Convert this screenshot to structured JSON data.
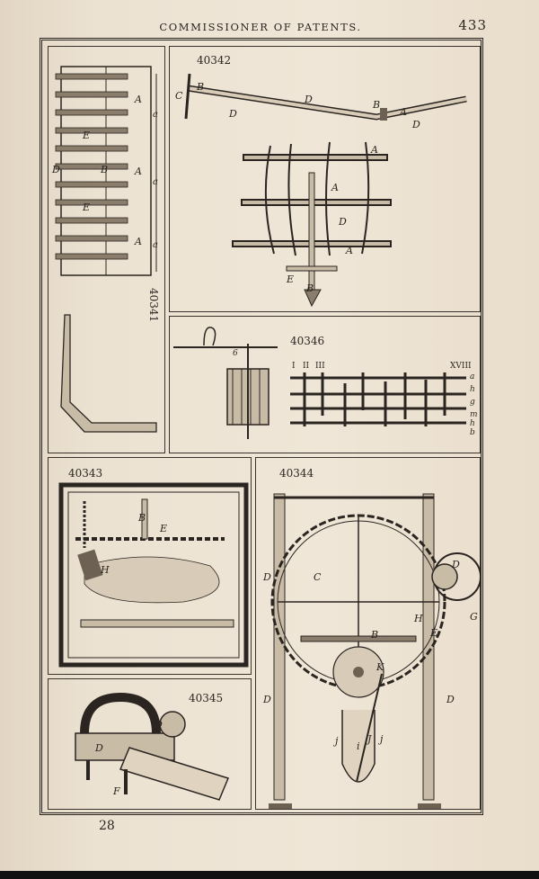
{
  "header": {
    "title": "COMMISSIONER OF PATENTS.",
    "page_number": "433"
  },
  "footer": {
    "mark": "28"
  },
  "figures": [
    {
      "patent_number": "40341",
      "letters": [
        "A",
        "A",
        "A",
        "a",
        "a",
        "a",
        "B",
        "E",
        "E",
        "D"
      ]
    },
    {
      "patent_number": "40342",
      "letters": [
        "B",
        "C",
        "D",
        "D",
        "B",
        "A",
        "D",
        "A",
        "A",
        "D",
        "A",
        "E",
        "B"
      ]
    },
    {
      "patent_number": "40346",
      "letters": [
        "6",
        "I",
        "II",
        "III",
        "XVIII",
        "a",
        "h",
        "g",
        "m",
        "h",
        "b"
      ]
    },
    {
      "patent_number": "40343",
      "letters": [
        "B",
        "E",
        "H"
      ]
    },
    {
      "patent_number": "40344",
      "letters": [
        "D",
        "C",
        "D",
        "G",
        "H",
        "E",
        "B",
        "K",
        "D",
        "D",
        "j",
        "i",
        "J",
        "j"
      ]
    },
    {
      "patent_number": "40345",
      "letters": [
        "D",
        "D",
        "F"
      ]
    }
  ]
}
